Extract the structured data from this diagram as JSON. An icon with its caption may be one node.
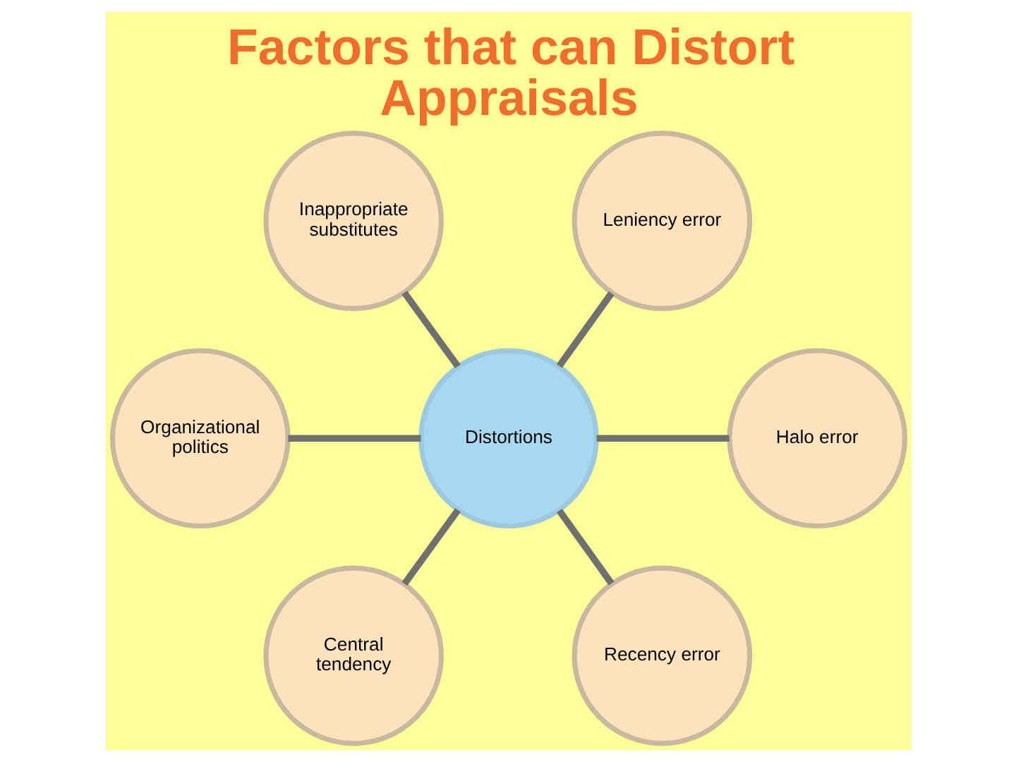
{
  "diagram": {
    "title": "Factors that can Distort Appraisals",
    "nodes": [
      {
        "text": [
          "Inappropriate substitutes"
        ]
      },
      {
        "text": [
          "Leniency error"
        ]
      },
      {
        "text": [
          "Organizational politics"
        ]
      },
      {
        "text": [
          "Distortions"
        ]
      },
      {
        "text": [
          "Halo error"
        ]
      },
      {
        "text": [
          "Central tendency"
        ]
      },
      {
        "text": [
          "Recency error"
        ]
      }
    ],
    "edges": [
      {
        "from": 3,
        "to": 0,
        "arrow": "none"
      },
      {
        "from": 3,
        "to": 1,
        "arrow": "none"
      },
      {
        "from": 2,
        "to": 3,
        "arrow": "none"
      },
      {
        "from": 3,
        "to": 4,
        "arrow": "none"
      },
      {
        "from": 3,
        "to": 5,
        "arrow": "none"
      },
      {
        "from": 3,
        "to": 6,
        "arrow": "none"
      }
    ]
  }
}
